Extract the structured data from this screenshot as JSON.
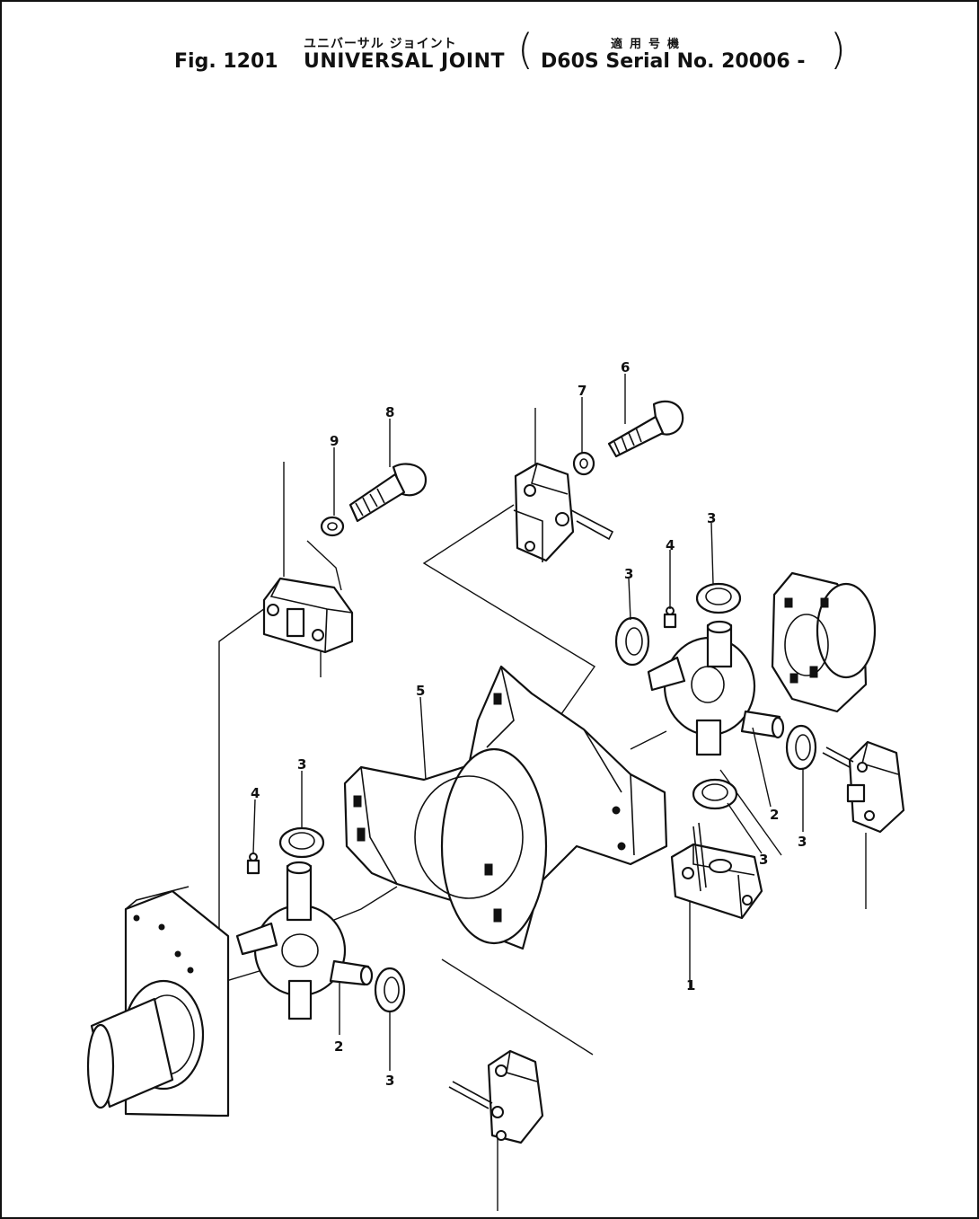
{
  "header": {
    "figure_label": "Fig. 1201",
    "title_jp": "ユニバーサル ジョイント",
    "title_en": "UNIVERSAL JOINT",
    "applicability_jp": "適用号機",
    "applicability_en": "D60S Serial No. 20006 -",
    "paren_open": "(",
    "paren_close": ")"
  },
  "callouts": {
    "part_1": "1",
    "part_2_left": "2",
    "part_2_right": "2",
    "part_3_bottom": "3",
    "part_3_top_left": "3",
    "part_3_top_mid": "3",
    "part_3_top_right": "3",
    "part_3_right_lower": "3",
    "part_3_right": "3",
    "part_4_left": "4",
    "part_4_right": "4",
    "part_5": "5",
    "part_6": "6",
    "part_7": "7",
    "part_8": "8",
    "part_9": "9"
  }
}
